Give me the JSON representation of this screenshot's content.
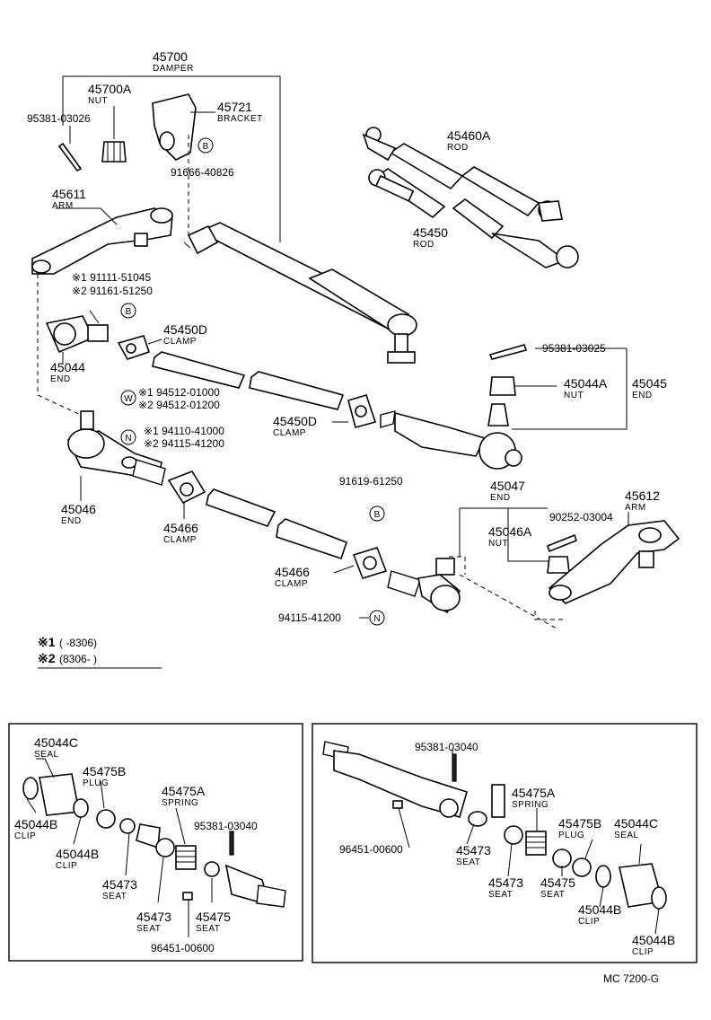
{
  "callouts": {
    "damper": {
      "num": "45700",
      "name": "DAMPER"
    },
    "nut_a": {
      "num": "45700A",
      "name": "NUT"
    },
    "pin_top": {
      "num": "95381-03026"
    },
    "bracket": {
      "num": "45721",
      "name": "BRACKET"
    },
    "bolt_b": {
      "num": "91666-40826"
    },
    "arm_left": {
      "num": "45611",
      "name": "ARM"
    },
    "bolt1": {
      "num": "※1 91111-51045"
    },
    "bolt2": {
      "num": "※2 91161-51250"
    },
    "rod_a": {
      "num": "45460A",
      "name": "ROD"
    },
    "rod": {
      "num": "45450",
      "name": "ROD"
    },
    "clamp_d_top": {
      "num": "45450D",
      "name": "CLAMP"
    },
    "end_left": {
      "num": "45044",
      "name": "END"
    },
    "washer1": {
      "num": "※1 94512-01000"
    },
    "washer2": {
      "num": "※2 94512-01200"
    },
    "nut1": {
      "num": "※1 94110-41000"
    },
    "nut2": {
      "num": "※2 94115-41200"
    },
    "pin_right": {
      "num": "95381-03025"
    },
    "nut_right": {
      "num": "45044A",
      "name": "NUT"
    },
    "end_right": {
      "num": "45045",
      "name": "END"
    },
    "clamp_d_mid": {
      "num": "45450D",
      "name": "CLAMP"
    },
    "end_46": {
      "num": "45046",
      "name": "END"
    },
    "clamp_66a": {
      "num": "45466",
      "name": "CLAMP"
    },
    "bolt_mid": {
      "num": "91619-61250"
    },
    "end_47": {
      "num": "45047",
      "name": "END"
    },
    "nut_46a": {
      "num": "45046A",
      "name": "NUT"
    },
    "pin_46": {
      "num": "90252-03004"
    },
    "arm_right": {
      "num": "45612",
      "name": "ARM"
    },
    "clamp_66b": {
      "num": "45466",
      "name": "CLAMP"
    },
    "nut_bottom": {
      "num": "94115-41200"
    }
  },
  "symbols": {
    "B": "B",
    "W": "W",
    "N": "N"
  },
  "notes": {
    "n1_mark": "※1",
    "n1_range": "(      -8306)",
    "n2_mark": "※2",
    "n2_range": "(8306-        )"
  },
  "inset_left": {
    "seal": {
      "num": "45044C",
      "name": "SEAL"
    },
    "plug": {
      "num": "45475B",
      "name": "PLUG"
    },
    "clip_a": {
      "num": "45044B",
      "name": "CLIP"
    },
    "clip_b": {
      "num": "45044B",
      "name": "CLIP"
    },
    "spring": {
      "num": "45475A",
      "name": "SPRING"
    },
    "pin": {
      "num": "95381-03040"
    },
    "seat_a": {
      "num": "45473",
      "name": "SEAT"
    },
    "seat_b": {
      "num": "45473",
      "name": "SEAT"
    },
    "seat_c": {
      "num": "45475",
      "name": "SEAT"
    },
    "grease": {
      "num": "96451-00600"
    }
  },
  "inset_right": {
    "pin": {
      "num": "95381-03040"
    },
    "spring": {
      "num": "45475A",
      "name": "SPRING"
    },
    "grease": {
      "num": "96451-00600"
    },
    "seat_a": {
      "num": "45473",
      "name": "SEAT"
    },
    "plug": {
      "num": "45475B",
      "name": "PLUG"
    },
    "seal": {
      "num": "45044C",
      "name": "SEAL"
    },
    "seat_b": {
      "num": "45473",
      "name": "SEAT"
    },
    "seat_c": {
      "num": "45475",
      "name": "SEAT"
    },
    "clip_a": {
      "num": "45044B",
      "name": "CLIP"
    },
    "clip_b": {
      "num": "45044B",
      "name": "CLIP"
    }
  },
  "footer": {
    "code": "MC  7200-G"
  }
}
